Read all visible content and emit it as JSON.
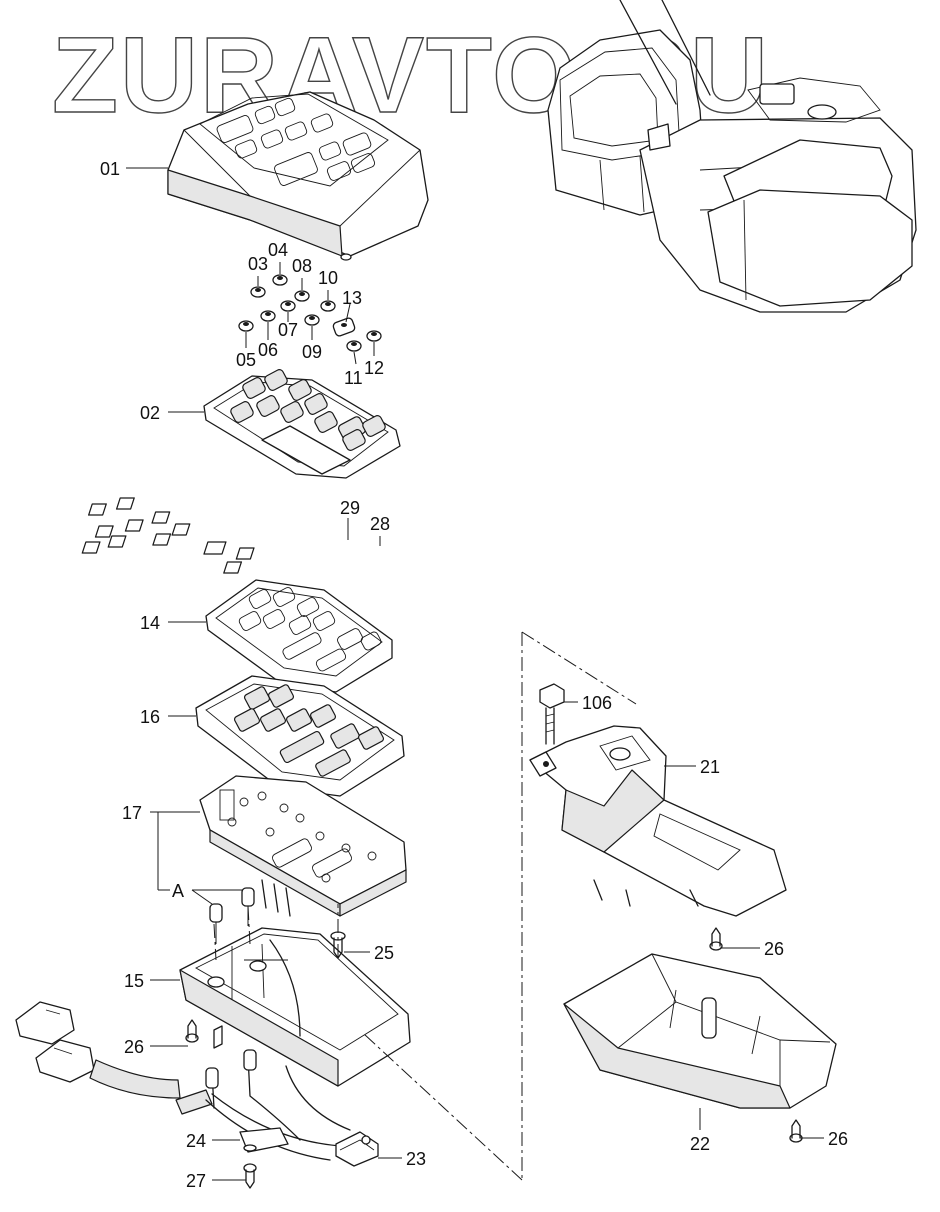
{
  "watermark": "ZURAVTO.RU",
  "callouts": {
    "p01": "01",
    "p02": "02",
    "p03": "03",
    "p04": "04",
    "p05": "05",
    "p06": "06",
    "p07": "07",
    "p08": "08",
    "p09": "09",
    "p10": "10",
    "p11": "11",
    "p12": "12",
    "p13": "13",
    "p14": "14",
    "p15": "15",
    "p16": "16",
    "p17": "17",
    "pA": "A",
    "p21": "21",
    "p22": "22",
    "p23": "23",
    "p24": "24",
    "p25": "25",
    "p26a": "26",
    "p26b": "26",
    "p26c": "26",
    "p27": "27",
    "p28": "28",
    "p29": "29",
    "p106": "106"
  },
  "colors": {
    "line": "#1a1a1a",
    "background": "#ffffff",
    "watermark": "#444444"
  }
}
